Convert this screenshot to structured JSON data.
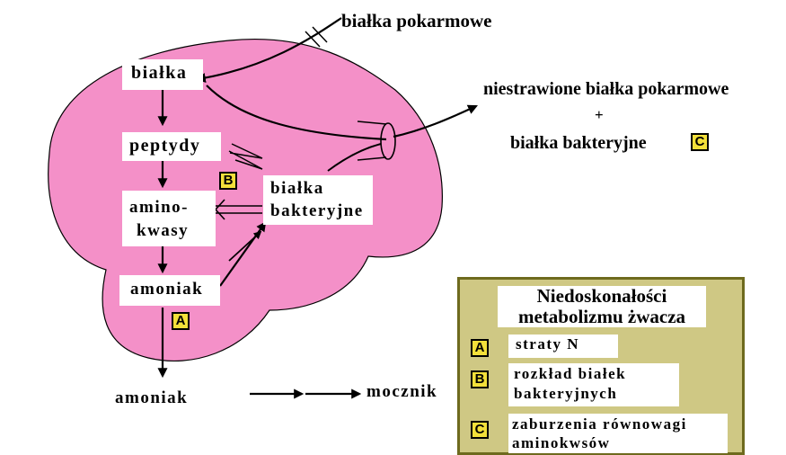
{
  "colors": {
    "rumen_fill": "#f490c8",
    "legend_bg": "#cfc884",
    "legend_border": "#6e6a1e",
    "badge_bg": "#f3e03a"
  },
  "labels": {
    "bialka_pokarmowe": "białka pokarmowe",
    "bialka": "białka",
    "peptydy": "peptydy",
    "amino_line1": "amino-",
    "amino_line2": "kwasy",
    "amoniak_inner": "amoniak",
    "bialka_bakteryjne_line1": "białka",
    "bialka_bakteryjne_line2": "bakteryjne",
    "niestrawione": "niestrawione białka pokarmowe",
    "plus": "+",
    "bialka_bakteryjne_out": "białka bakteryjne",
    "amoniak_outer": "amoniak",
    "mocznik": "mocznik"
  },
  "badges": {
    "a": "A",
    "b": "B",
    "c": "C"
  },
  "legend": {
    "title_line1": "Niedoskonałości",
    "title_line2": "metabolizmu żwacza",
    "items": [
      {
        "badge": "A",
        "text_line1": "straty N",
        "text_line2": ""
      },
      {
        "badge": "B",
        "text_line1": "rozkład białek",
        "text_line2": "bakteryjnych"
      },
      {
        "badge": "C",
        "text_line1": "zaburzenia równowagi",
        "text_line2": "aminokwsów"
      }
    ]
  }
}
